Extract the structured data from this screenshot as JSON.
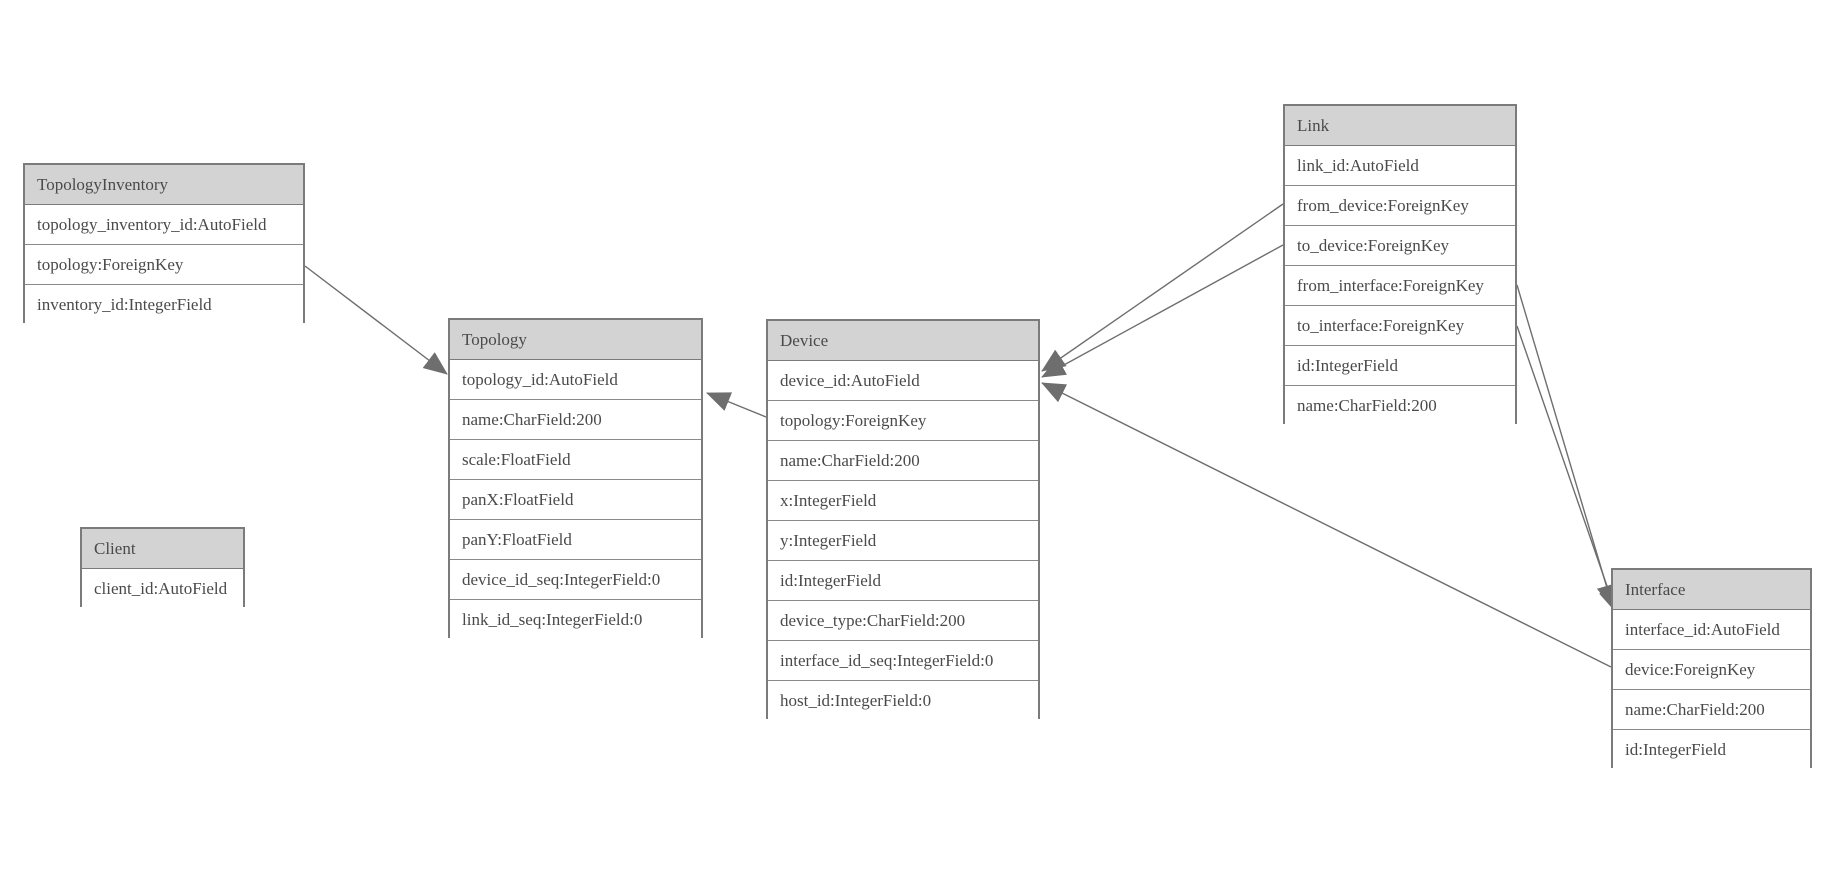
{
  "diagram": {
    "entities": [
      {
        "name": "TopologyInventory",
        "fields": [
          "topology_inventory_id:AutoField",
          "topology:ForeignKey",
          "inventory_id:IntegerField"
        ]
      },
      {
        "name": "Topology",
        "fields": [
          "topology_id:AutoField",
          "name:CharField:200",
          "scale:FloatField",
          "panX:FloatField",
          "panY:FloatField",
          "device_id_seq:IntegerField:0",
          "link_id_seq:IntegerField:0"
        ]
      },
      {
        "name": "Client",
        "fields": [
          "client_id:AutoField"
        ]
      },
      {
        "name": "Device",
        "fields": [
          "device_id:AutoField",
          "topology:ForeignKey",
          "name:CharField:200",
          "x:IntegerField",
          "y:IntegerField",
          "id:IntegerField",
          "device_type:CharField:200",
          "interface_id_seq:IntegerField:0",
          "host_id:IntegerField:0"
        ]
      },
      {
        "name": "Link",
        "fields": [
          "link_id:AutoField",
          "from_device:ForeignKey",
          "to_device:ForeignKey",
          "from_interface:ForeignKey",
          "to_interface:ForeignKey",
          "id:IntegerField",
          "name:CharField:200"
        ]
      },
      {
        "name": "Interface",
        "fields": [
          "interface_id:AutoField",
          "device:ForeignKey",
          "name:CharField:200",
          "id:IntegerField"
        ]
      }
    ],
    "relationships": [
      {
        "from": "TopologyInventory.topology",
        "to": "Topology.topology_id"
      },
      {
        "from": "Device.topology",
        "to": "Topology.topology_id"
      },
      {
        "from": "Link.from_device",
        "to": "Device.device_id"
      },
      {
        "from": "Link.to_device",
        "to": "Device.device_id"
      },
      {
        "from": "Interface.device",
        "to": "Device.device_id"
      },
      {
        "from": "Link.from_interface",
        "to": "Interface.interface_id"
      },
      {
        "from": "Link.to_interface",
        "to": "Interface.interface_id"
      }
    ],
    "colors": {
      "background": "#ffffff",
      "header_fill": "#d3d3d3",
      "row_fill": "#ffffff",
      "border": "#7b7b7b",
      "border_inner": "#8a8a8a",
      "text": "#4a4a4a",
      "edge": "#6e6e6e"
    }
  }
}
